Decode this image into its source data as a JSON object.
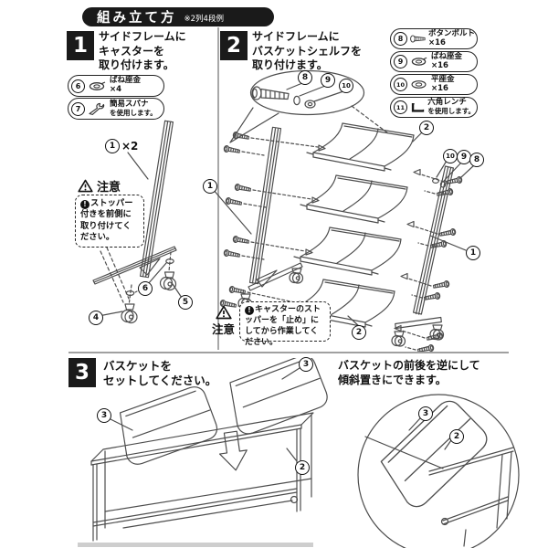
{
  "header": {
    "title": "組み立て方",
    "note": "※2列4段例"
  },
  "steps": [
    {
      "num": "1",
      "title_lines": [
        "サイドフレームに",
        "キャスターを",
        "取り付けます。"
      ]
    },
    {
      "num": "2",
      "title_lines": [
        "サイドフレームに",
        "バスケットシェルフを",
        "取り付けます。"
      ]
    },
    {
      "num": "3",
      "title_lines": [
        "バスケットを",
        "セットしてください。"
      ]
    }
  ],
  "step1_parts": [
    {
      "num": "6",
      "icon": "spring-washer",
      "name": "ばね座金",
      "qty": "×4"
    },
    {
      "num": "7",
      "icon": "wrench",
      "name": "簡易スパナ",
      "qty": "を使用します。"
    }
  ],
  "step2_parts": [
    {
      "num": "8",
      "icon": "bolt",
      "name": "ボタンボルト",
      "qty": "×16"
    },
    {
      "num": "9",
      "icon": "spring-washer",
      "name": "ばね座金",
      "qty": "×16"
    },
    {
      "num": "10",
      "icon": "flat-washer",
      "name": "平座金",
      "qty": "×16"
    },
    {
      "num": "11",
      "icon": "hex-wrench",
      "name": "六角レンチ",
      "qty": "を使用します。"
    }
  ],
  "step1_labels": {
    "frame_num": "1",
    "frame_qty": "×2",
    "caster_front": "4",
    "washer": "6",
    "caster_back": "5"
  },
  "step2_labels": {
    "balloon_bolt": "8",
    "balloon_spring": "9",
    "balloon_flat": "10",
    "frame_left": "1",
    "shelf_top": "2",
    "flat_washer": "10",
    "spring_washer": "9",
    "bolt": "8",
    "frame_right": "1",
    "shelf_bottom": "2"
  },
  "step3_labels": {
    "basket_left": "3",
    "basket_right": "3",
    "frame": "2",
    "detail_basket": "3",
    "detail_frame": "2"
  },
  "cautions": {
    "step1": {
      "title": "注意",
      "text": "ストッパー付きを前側に取り付けてください。"
    },
    "step2": {
      "title": "注意",
      "text": "キャスターのストッパーを「止め」にしてから作業してください。"
    }
  },
  "step3_note_lines": [
    "バスケットの前後を逆にして",
    "傾斜置きにできます。"
  ]
}
